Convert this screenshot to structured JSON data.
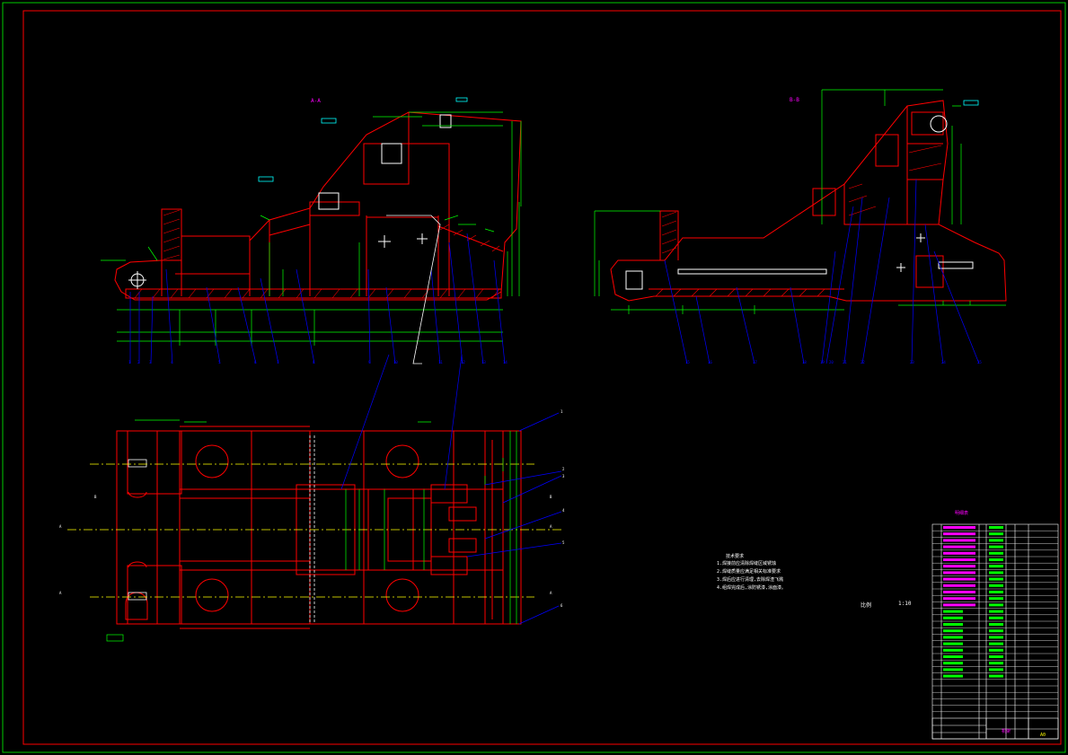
{
  "colors": {
    "background": "#000000",
    "border": "#ff0000",
    "outline": "#ff0000",
    "dimension": "#00ff00",
    "leader": "#0000ff",
    "centerline": "#ffff00",
    "hatch": "#ff0000",
    "text": "#ffffff",
    "table_highlight": "#ff00ff"
  },
  "drawing": {
    "front_view_label": "A-A",
    "side_view_label": "B-B",
    "notes_title": "技术要求",
    "notes": [
      "1.焊接前应清除焊缝区域锈蚀",
      "2.焊缝质量应满足相关标准要求",
      "3.焊后应进行清理,去除焊渣飞溅",
      "4.组焊完成后,涂防锈漆,涂面漆。"
    ],
    "scale_label": "比例",
    "scale_value": "1:10",
    "table_title": "明细表",
    "title_block": {
      "name": "机架",
      "sheet": "A0"
    }
  }
}
